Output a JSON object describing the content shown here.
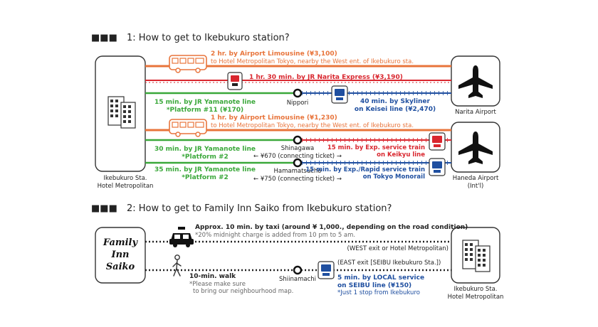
{
  "colors": {
    "limousine": "#e8743b",
    "jr_narita": "#d9262e",
    "yamanote": "#3aa83a",
    "keisei": "#1f4fa0",
    "keikyu": "#d9262e",
    "monorail": "#1f4fa0",
    "dark": "#222222"
  },
  "section1": {
    "squares": "■■■",
    "title": "1: How to get to Ikebukuro station?",
    "origin": {
      "line1": "Ikebukuro Sta.",
      "line2": "Hotel Metropolitan",
      "icon": "building-icon"
    },
    "narita": {
      "label": "Narita Airport",
      "icon": "airplane-icon"
    },
    "haneda": {
      "line1": "Haneda Airport",
      "line2": "(Int'l)",
      "icon": "airplane-icon"
    },
    "routes": {
      "limo_narita": {
        "line1": "2 hr. by Airport Limousine (¥3,100)",
        "line2": "to Hotel Metropolitan Tokyo, nearby the West ent. of Ikebukuro sta.",
        "icon": "bus-icon"
      },
      "jr_narita": {
        "label": "1 hr. 30 min. by JR Narita Express (¥3,190)",
        "icon": "train-icon"
      },
      "yamanote_nippori": {
        "line1": "15 min. by JR Yamanote line",
        "line2": "*Platform #11 (¥170)",
        "station": "Nippori"
      },
      "skyliner": {
        "line1": "40 min. by Skyliner",
        "line2": "on Keisei line (¥2,470)",
        "icon": "train-icon"
      },
      "limo_haneda": {
        "line1": "1 hr. by Airport Limousine (¥1,230)",
        "line2": "to Hotel Metropolitan Tokyo, nearby the West ent. of Ikebukuro sta.",
        "icon": "bus-icon"
      },
      "yamanote_shinagawa": {
        "line1": "30 min. by JR Yamanote line",
        "line2": "*Platform #2",
        "station": "Shinagawa",
        "ticket": "← ¥670 (connecting ticket) →"
      },
      "keikyu": {
        "line1": "15 min. by Exp. service train",
        "line2": "on Keikyu line",
        "icon": "train-icon"
      },
      "yamanote_hamamatsucho": {
        "line1": "35 min. by JR Yamanote line",
        "line2": "*Platform #2",
        "station": "Hamamatsucho",
        "ticket": "← ¥750 (connecting ticket) →"
      },
      "monorail": {
        "line1": "15 min. by Exp./Rapid service train",
        "line2": "on Tokyo Monorail",
        "icon": "train-icon"
      }
    }
  },
  "section2": {
    "squares": "■■■",
    "title": "2: How to get to Family Inn Saiko from Ikebukuro station?",
    "inn": {
      "line1": "Family",
      "line2": "Inn",
      "line3": "Saiko"
    },
    "destination": {
      "line1": "Ikebukuro Sta.",
      "line2": "Hotel Metropolitan",
      "icon": "building-icon"
    },
    "taxi": {
      "main": "Approx. 10 min. by taxi (around ¥ 1,000., depending on the road condition)",
      "note": "*20% midnight charge is added from 10 pm to 5 am.",
      "exit": "(WEST exit or Hotel Metropolitan)",
      "icon": "taxi-icon"
    },
    "walk": {
      "main": "10-min. walk",
      "note1": "*Please make sure",
      "note2": "to bring our neighbourhood map.",
      "icon": "walking-person-icon"
    },
    "seibu": {
      "station": "Shiinamachi",
      "exit": "(EAST exit [SEIBU Ikebukuro Sta.])",
      "line1": "5 min. by LOCAL service",
      "line2": "on SEIBU line (¥150)",
      "note": "*Just 1 stop from Ikebukuro",
      "icon": "train-icon"
    }
  }
}
